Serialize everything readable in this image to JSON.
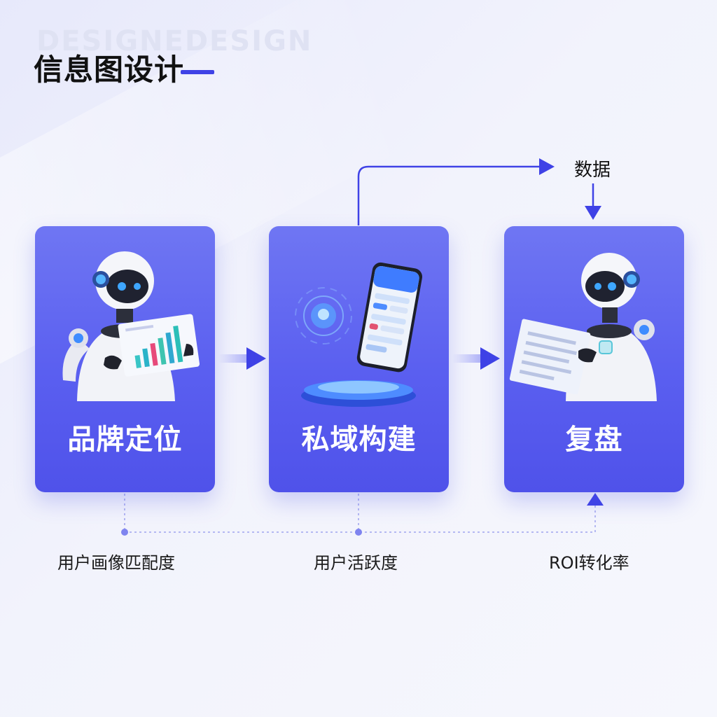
{
  "header": {
    "watermark": "DESIGNEDESIGN",
    "title": "信息图设计"
  },
  "flow": {
    "data_label": "数据",
    "steps": [
      {
        "label": "品牌定位",
        "icon": "robot-chart-icon",
        "metric": "用户画像匹配度"
      },
      {
        "label": "私域构建",
        "icon": "smartphone-icon",
        "metric": "用户活跃度"
      },
      {
        "label": "复盘",
        "icon": "robot-document-icon",
        "metric": "ROI转化率"
      }
    ]
  },
  "colors": {
    "accent": "#3f42e6",
    "card_top": "#6f76f3",
    "card_bottom": "#4f52ea",
    "text": "#111111"
  }
}
